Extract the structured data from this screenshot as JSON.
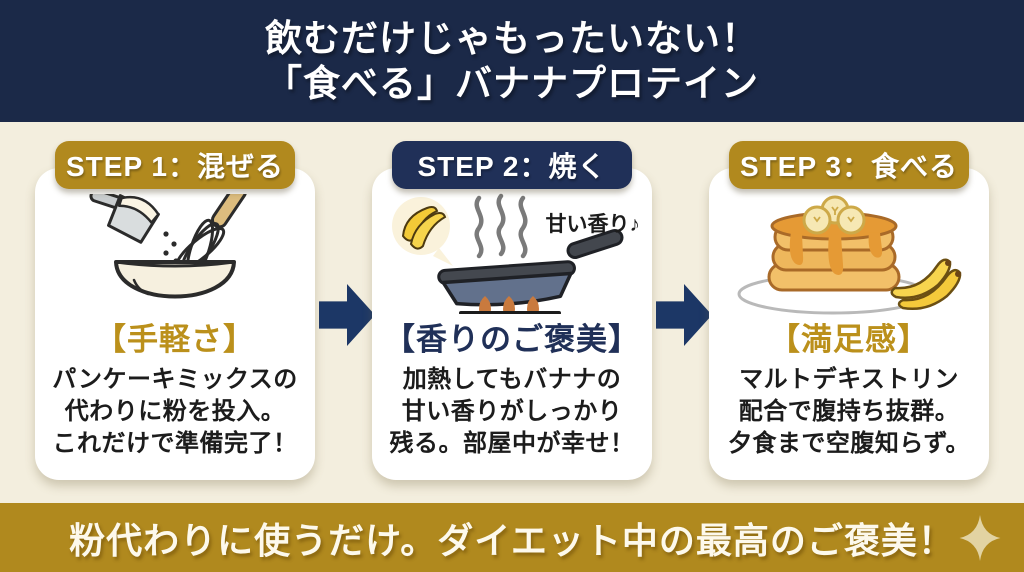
{
  "header": {
    "line1": "飲むだけじゃもったいない！",
    "line2": "「食べる」バナナプロテイン"
  },
  "steps": [
    {
      "banner": "STEP 1：混ぜる",
      "banner_color": "#B1891E",
      "icon": "mixing-bowl-and-whisk",
      "heading": "【手軽さ】",
      "heading_color": "#BB901B",
      "body_lines": [
        "パンケーキミックスの",
        "代わりに粉を投入。",
        "これだけで準備完了！"
      ]
    },
    {
      "banner": "STEP 2：焼く",
      "banner_color": "#203058",
      "icon": "frying-pan-with-banana-and-steam",
      "caption": "甘い香り♪",
      "heading": "【香りのご褒美】",
      "heading_color": "#203058",
      "body_lines": [
        "加熱してもバナナの",
        "甘い香りがしっかり",
        "残る。部屋中が幸せ！"
      ]
    },
    {
      "banner": "STEP 3：食べる",
      "banner_color": "#B1891E",
      "icon": "banana-pancakes-on-plate",
      "heading": "【満足感】",
      "heading_color": "#BB901B",
      "body_lines": [
        "マルトデキストリン",
        "配合で腹持ち抜群。",
        "夕食まで空腹知らず。"
      ]
    }
  ],
  "footer": {
    "text": "粉代わりに使うだけ。ダイエット中の最高のご褒美！",
    "sparkle_icon": "four-point-sparkle"
  },
  "colors": {
    "header_bg": "#1B2948",
    "background": "#F3EEDE",
    "card_bg": "#FFFFFF",
    "gold": "#B1891E",
    "navy": "#203058",
    "arrow": "#1C3766",
    "footer_bg": "#B0891E",
    "body_text": "#1C1C1C",
    "sparkle": "#E2D3A2"
  }
}
